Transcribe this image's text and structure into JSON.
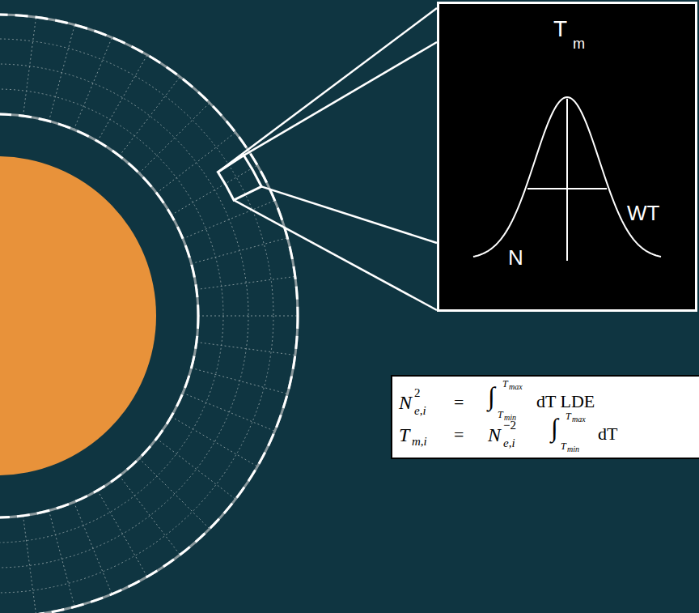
{
  "diagram": {
    "nodes": [
      {
        "text": [
          "T",
          "m",
          "N",
          "WT"
        ]
      },
      {
        "text": [
          "N",
          "2",
          "e,i",
          "=",
          "∫",
          "T",
          "max",
          "T",
          "min",
          "dT LDE",
          "T",
          "m,i",
          "=",
          "N",
          "−2",
          "e,i",
          "∫",
          "T",
          "max",
          "T",
          "min",
          "dT"
        ]
      }
    ]
  }
}
